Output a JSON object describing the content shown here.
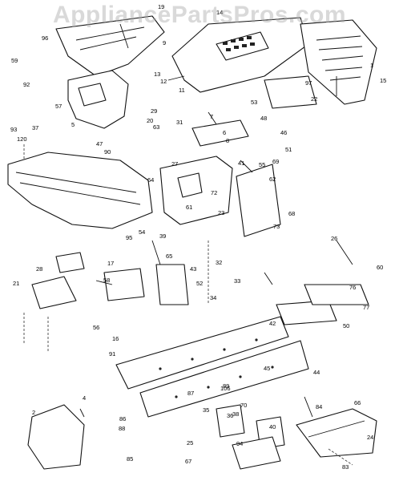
{
  "watermark": "AppliancePartsPros.com",
  "labels": [
    "1",
    "2",
    "4",
    "5",
    "6",
    "7",
    "8",
    "9",
    "11",
    "12",
    "13",
    "14",
    "15",
    "16",
    "17",
    "19",
    "20",
    "21",
    "22",
    "23",
    "24",
    "25",
    "26",
    "27",
    "28",
    "29",
    "31",
    "32",
    "33",
    "34",
    "35",
    "36",
    "37",
    "38",
    "39",
    "40",
    "41",
    "42",
    "43",
    "44",
    "45",
    "46",
    "47",
    "48",
    "50",
    "51",
    "52",
    "53",
    "54",
    "55",
    "56",
    "57",
    "58",
    "59",
    "60",
    "61",
    "62",
    "63",
    "64",
    "65",
    "66",
    "67",
    "68",
    "69",
    "70",
    "72",
    "73",
    "76",
    "77",
    "83",
    "84",
    "85",
    "86",
    "87",
    "88",
    "89",
    "90",
    "91",
    "92",
    "93",
    "94",
    "95",
    "96",
    "97",
    "106",
    "120"
  ]
}
